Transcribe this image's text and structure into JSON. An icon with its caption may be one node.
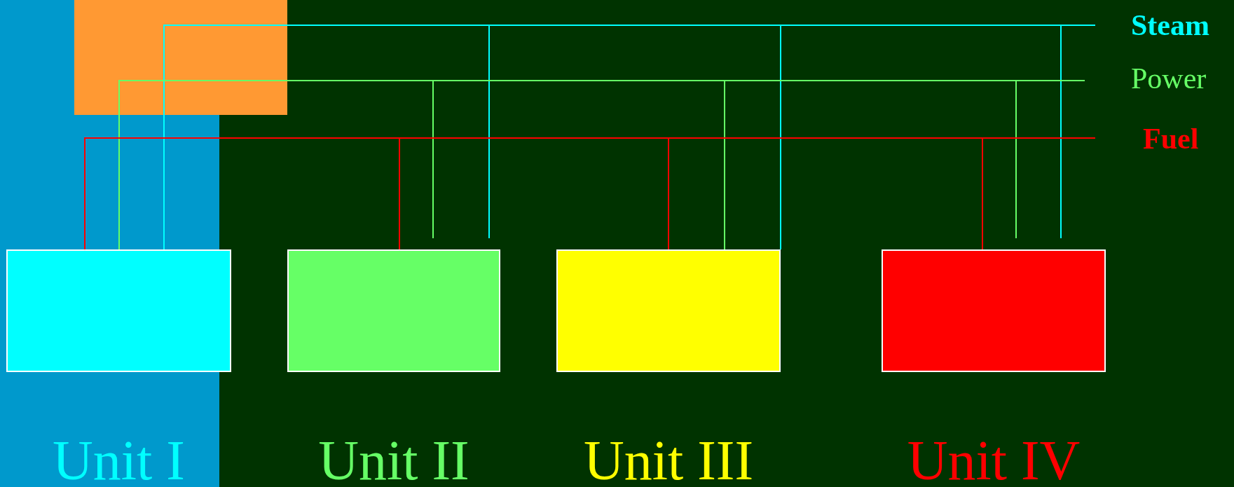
{
  "diagram": {
    "nodes": [
      {
        "text": [
          "Steam"
        ]
      },
      {
        "text": [
          "Power"
        ]
      },
      {
        "text": [
          "Fuel"
        ]
      },
      {
        "text": [],
        "shape": "box",
        "beside": [
          "Unit I"
        ]
      },
      {
        "text": [],
        "shape": "box",
        "beside": [
          "Unit II"
        ]
      },
      {
        "text": [],
        "shape": "box",
        "beside": [
          "Unit III"
        ]
      },
      {
        "text": [],
        "shape": "box",
        "beside": [
          "Unit IV"
        ]
      }
    ],
    "edges": [
      {
        "from": 0,
        "to": 3,
        "arrow": "none",
        "color": "#00ffff"
      },
      {
        "from": 0,
        "to": 4,
        "arrow": "none",
        "color": "#00ffff"
      },
      {
        "from": 0,
        "to": 5,
        "arrow": "none",
        "color": "#00ffff"
      },
      {
        "from": 0,
        "to": 6,
        "arrow": "none",
        "color": "#00ffff"
      },
      {
        "from": 1,
        "to": 3,
        "arrow": "none",
        "color": "#66ff66"
      },
      {
        "from": 1,
        "to": 4,
        "arrow": "none",
        "color": "#66ff66"
      },
      {
        "from": 1,
        "to": 5,
        "arrow": "none",
        "color": "#66ff66"
      },
      {
        "from": 1,
        "to": 6,
        "arrow": "none",
        "color": "#66ff66"
      },
      {
        "from": 2,
        "to": 3,
        "arrow": "none",
        "color": "#ff0000"
      },
      {
        "from": 2,
        "to": 4,
        "arrow": "none",
        "color": "#ff0000"
      },
      {
        "from": 2,
        "to": 5,
        "arrow": "none",
        "color": "#ff0000"
      },
      {
        "from": 2,
        "to": 6,
        "arrow": "none",
        "color": "#ff0000"
      }
    ]
  }
}
